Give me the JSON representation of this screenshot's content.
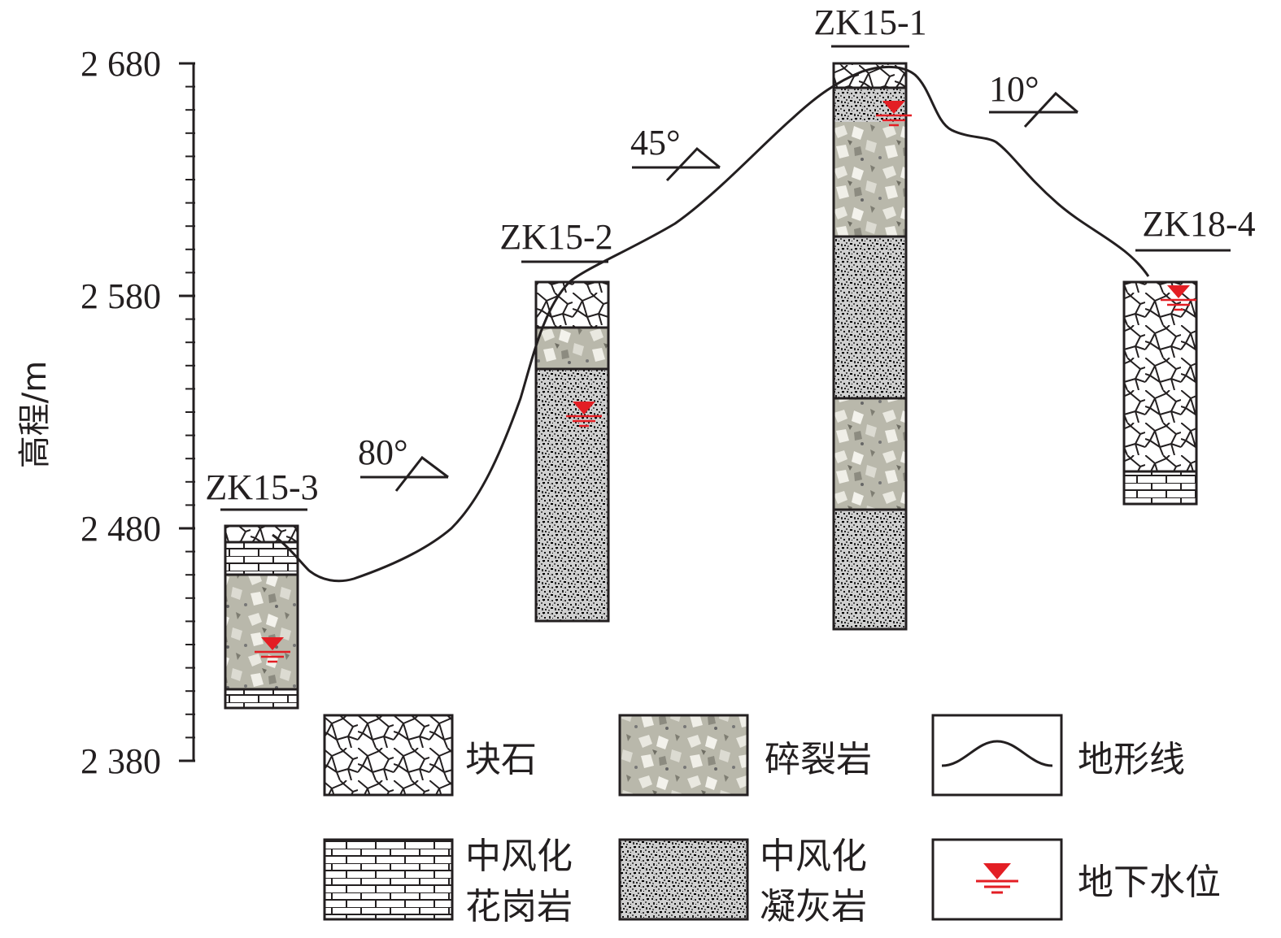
{
  "y_axis": {
    "label": "高程/m",
    "tick_labels": [
      "2 680",
      "2 580",
      "2 480",
      "2 380"
    ]
  },
  "boreholes": [
    {
      "id": "ZK15-1"
    },
    {
      "id": "ZK15-2"
    },
    {
      "id": "ZK15-3"
    },
    {
      "id": "ZK18-4"
    }
  ],
  "slope_angles": [
    "80°",
    "45°",
    "10°"
  ],
  "legend": {
    "block_stone": "块石",
    "cataclasite": "碎裂岩",
    "terrain_line": "地形线",
    "granite_line1": "中风化",
    "granite_line2": "花岗岩",
    "tuff_line1": "中风化",
    "tuff_line2": "凝灰岩",
    "groundwater": "地下水位"
  },
  "colors": {
    "ink": "#231f20",
    "water_symbol": "#e31e24",
    "cataclasite_base": "#b9b8ab"
  }
}
